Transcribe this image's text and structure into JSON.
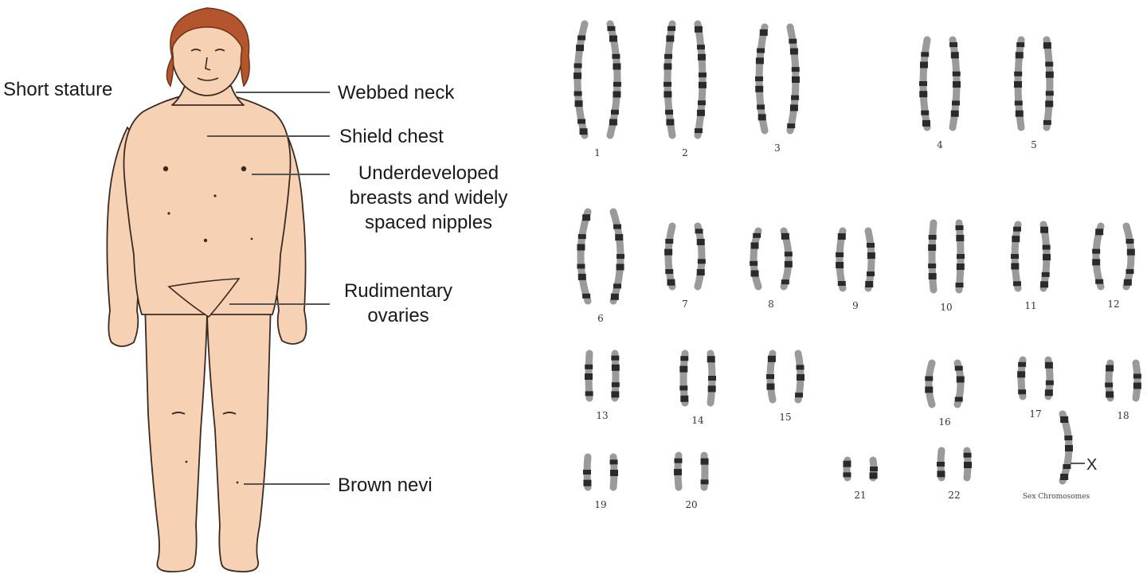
{
  "annotations": {
    "short_stature": "Short stature",
    "webbed_neck": "Webbed neck",
    "shield_chest": "Shield chest",
    "breasts": [
      "Underdeveloped",
      "breasts and widely",
      "spaced nipples"
    ],
    "ovaries": [
      "Rudimentary",
      "ovaries"
    ],
    "nevi": "Brown nevi"
  },
  "karyotype": {
    "row1": [
      "1",
      "2",
      "3",
      "4",
      "5"
    ],
    "row2": [
      "6",
      "7",
      "8",
      "9",
      "10",
      "11",
      "12"
    ],
    "row3": [
      "13",
      "14",
      "15",
      "16",
      "17",
      "18"
    ],
    "row4": [
      "19",
      "20",
      "21",
      "22"
    ],
    "sex_caption": "Sex Chromosomes",
    "x_label": "X"
  },
  "colors": {
    "skin": "#f7d1b3",
    "hair": "#b5552e",
    "outline": "#3a2a22",
    "chromosome": "#2a2a2a"
  }
}
